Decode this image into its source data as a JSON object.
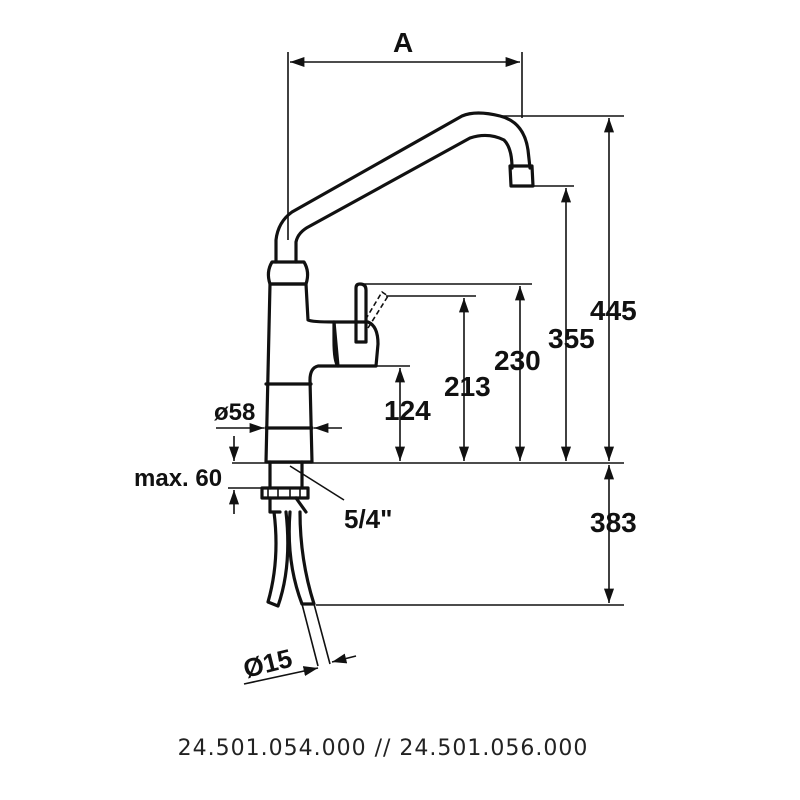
{
  "drawing": {
    "dim_a": "A",
    "dim_445": "445",
    "dim_355": "355",
    "dim_230": "230",
    "dim_213": "213",
    "dim_124": "124",
    "dim_383": "383",
    "dim_d58": "ø58",
    "dim_max60": "max. 60",
    "dim_thread": "5/4\"",
    "dim_d15": "Ø15"
  },
  "caption": "24.501.054.000 // 24.501.056.000"
}
